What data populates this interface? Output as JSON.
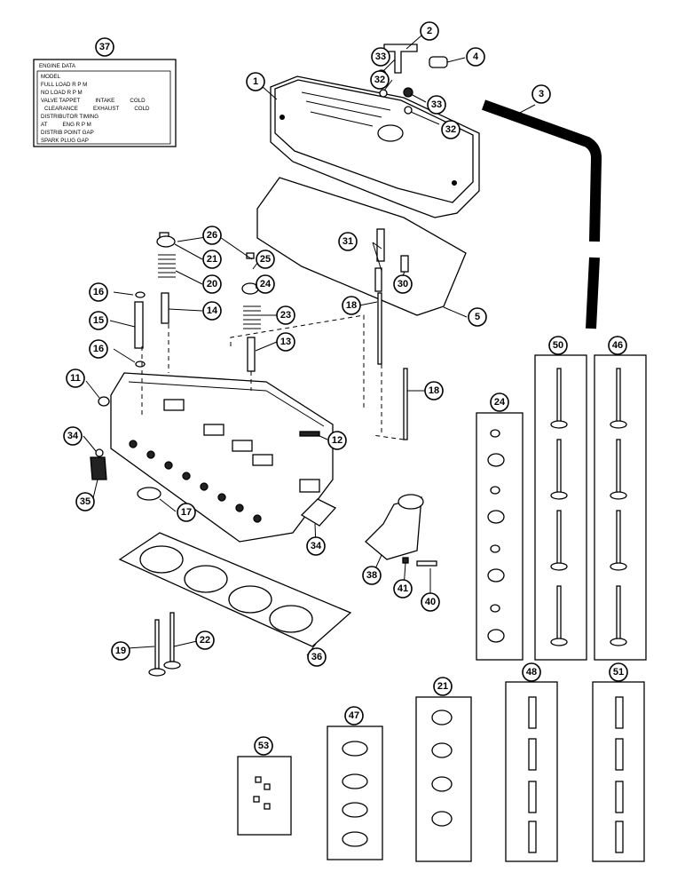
{
  "engine_data_plate": {
    "header": "ENGINE DATA",
    "lines": [
      "MODEL",
      "FULL LOAD R P M",
      "NO LOAD R P M",
      "VALVE TAPPET          INTAKE          COLD",
      "CLEARANCE          EXHAUST          COLD",
      "DISTRIBUTOR TIMING",
      "AT          ENG R P M",
      "DISTRIB POINT GAP",
      "SPARK PLUG GAP"
    ]
  },
  "callouts": {
    "c37": "37",
    "c1": "1",
    "c2": "2",
    "c33a": "33",
    "c4": "4",
    "c32a": "32",
    "c33b": "33",
    "c32b": "32",
    "c3": "3",
    "c26": "26",
    "c21": "21",
    "c25": "25",
    "c20": "20",
    "c24": "24",
    "c31": "31",
    "c30": "30",
    "c16a": "16",
    "c14": "14",
    "c18a": "18",
    "c5": "5",
    "c15": "15",
    "c23": "23",
    "c13": "13",
    "c16b": "16",
    "c11": "11",
    "c18b": "18",
    "c50": "50",
    "c46": "46",
    "c24b": "24",
    "c34a": "34",
    "c12": "12",
    "c35": "35",
    "c17": "17",
    "c34b": "34",
    "c38": "38",
    "c41": "41",
    "c40": "40",
    "c19": "19",
    "c22": "22",
    "c36": "36",
    "c21b": "21",
    "c48": "48",
    "c51": "51",
    "c47": "47",
    "c53": "53"
  },
  "colors": {
    "ink": "#000000",
    "paper": "#ffffff"
  }
}
